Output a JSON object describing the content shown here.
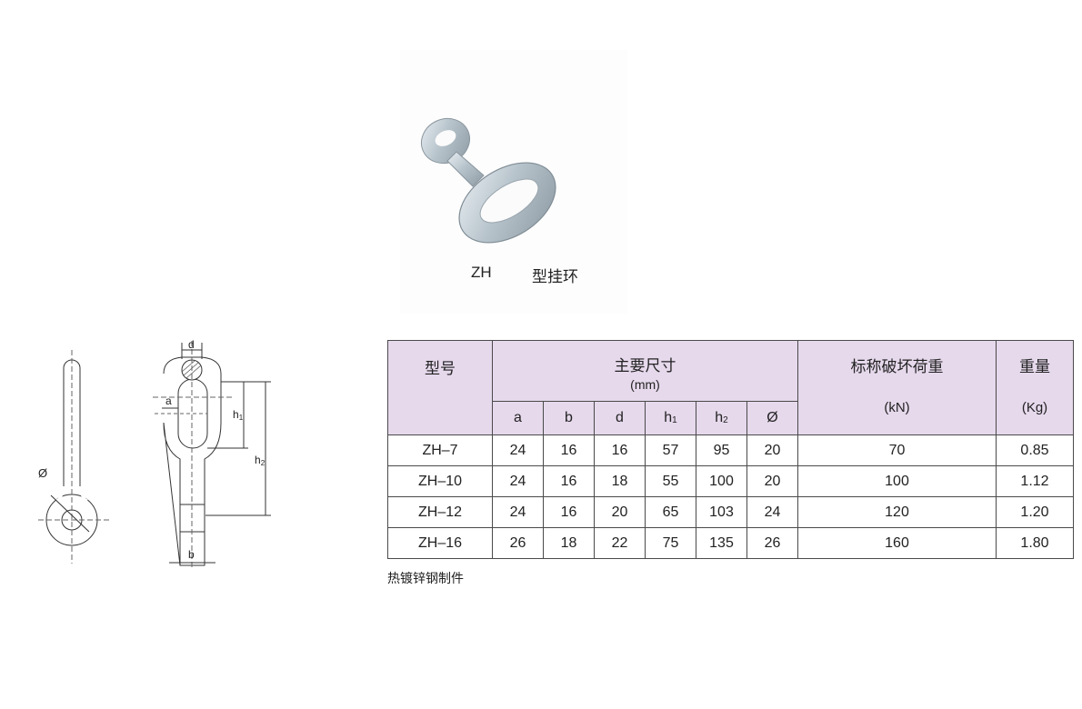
{
  "product": {
    "model_code": "ZH",
    "name": "型挂环"
  },
  "drawing_labels": {
    "phi": "Ø",
    "d": "d",
    "a": "a",
    "h1_base": "h",
    "h1_sub": "1",
    "h2_base": "h",
    "h2_sub": "2",
    "b": "b"
  },
  "table": {
    "header_model": "型号",
    "header_dims": "主要尺寸",
    "header_dims_unit": "(mm)",
    "header_load": "标称破坏荷重",
    "header_load_unit": "(kN)",
    "header_weight": "重量",
    "header_weight_unit": "(Kg)",
    "sub_a": "a",
    "sub_b": "b",
    "sub_d": "d",
    "sub_h1_base": "h",
    "sub_h1_sub": "1",
    "sub_h2_base": "h",
    "sub_h2_sub": "2",
    "sub_phi": "Ø",
    "rows": [
      {
        "model": "ZH–7",
        "a": "24",
        "b": "16",
        "d": "16",
        "h1": "57",
        "h2": "95",
        "phi": "20",
        "load": "70",
        "weight": "0.85"
      },
      {
        "model": "ZH–10",
        "a": "24",
        "b": "16",
        "d": "18",
        "h1": "55",
        "h2": "100",
        "phi": "20",
        "load": "100",
        "weight": "1.12"
      },
      {
        "model": "ZH–12",
        "a": "24",
        "b": "16",
        "d": "20",
        "h1": "65",
        "h2": "103",
        "phi": "24",
        "load": "120",
        "weight": "1.20"
      },
      {
        "model": "ZH–16",
        "a": "26",
        "b": "18",
        "d": "22",
        "h1": "75",
        "h2": "135",
        "phi": "26",
        "load": "160",
        "weight": "1.80"
      }
    ]
  },
  "footnote": "热镀锌钢制件"
}
